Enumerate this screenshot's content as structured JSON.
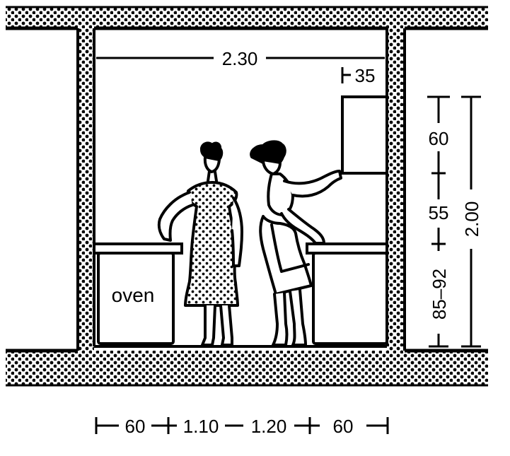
{
  "labels": {
    "oven": "oven"
  },
  "dimensions": {
    "room_width": "2.30",
    "cabinet_depth": "35",
    "wall_cabinet_height": "60",
    "gap_height": "55",
    "counter_height": "85–92",
    "total_height": "2.00",
    "bottom_left": "60",
    "bottom_mid_left": "1.10",
    "bottom_mid_right": "1.20",
    "bottom_right": "60"
  },
  "colors": {
    "ink": "#000000",
    "paper": "#ffffff"
  }
}
